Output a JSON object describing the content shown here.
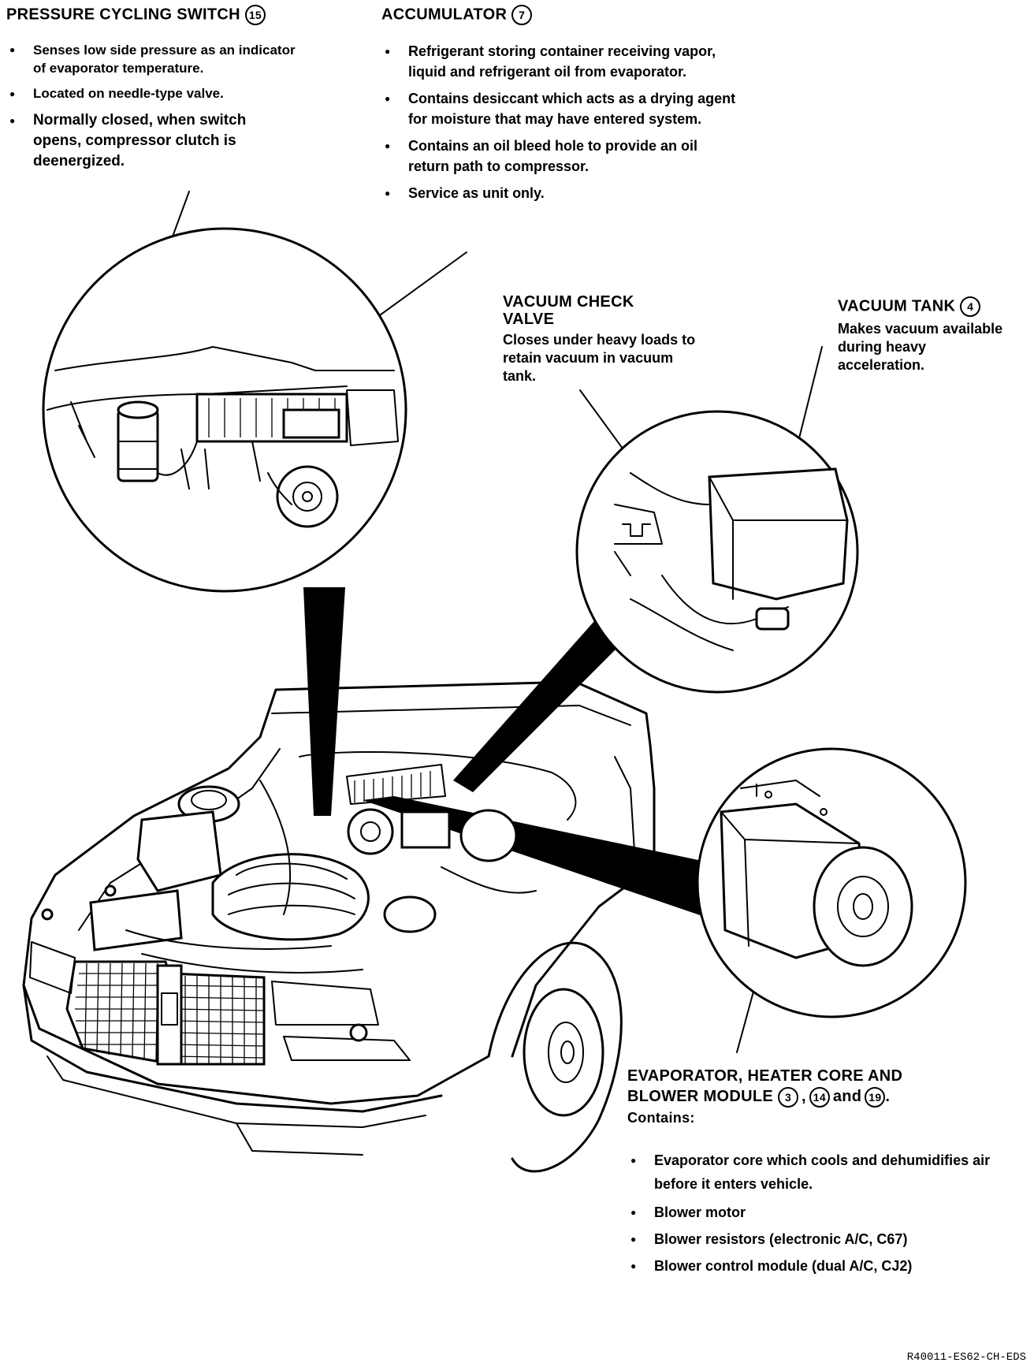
{
  "pressure_switch": {
    "title": "PRESSURE CYCLING SWITCH",
    "ref": "15",
    "items": [
      "Senses low side pressure as an indicator of evaporator temperature.",
      "Located on needle-type valve.",
      "Normally closed, when switch opens, compressor clutch is deenergized."
    ]
  },
  "accumulator": {
    "title": "ACCUMULATOR",
    "ref": "7",
    "items": [
      "Refrigerant storing container receiving vapor, liquid and refrigerant oil from evaporator.",
      "Contains desiccant which acts as a drying agent for moisture that may have entered system.",
      "Contains an oil bleed hole to provide an oil return path to compressor.",
      "Service as unit only."
    ]
  },
  "vacuum_check_valve": {
    "title_line1": "VACUUM CHECK",
    "title_line2": "VALVE",
    "desc": "Closes under heavy loads to retain vacuum in vacuum tank."
  },
  "vacuum_tank": {
    "title": "VACUUM TANK",
    "ref": "4",
    "desc": "Makes vacuum available during heavy acceleration."
  },
  "evaporator": {
    "title_line1": "EVAPORATOR, HEATER CORE AND",
    "title_line2": "BLOWER MODULE",
    "ref1": "3",
    "ref2": "14",
    "ref3": "19",
    "sep1": ",",
    "sep2": "and",
    "end": ".",
    "contains": "Contains:",
    "items": [
      "Evaporator core which cools and dehumidifies air before it enters vehicle.",
      "Blower motor",
      "Blower resistors (electronic A/C, C67)",
      "Blower control module (dual A/C, CJ2)"
    ]
  },
  "footer": {
    "code": "R40011-ES62-CH-EDS"
  }
}
